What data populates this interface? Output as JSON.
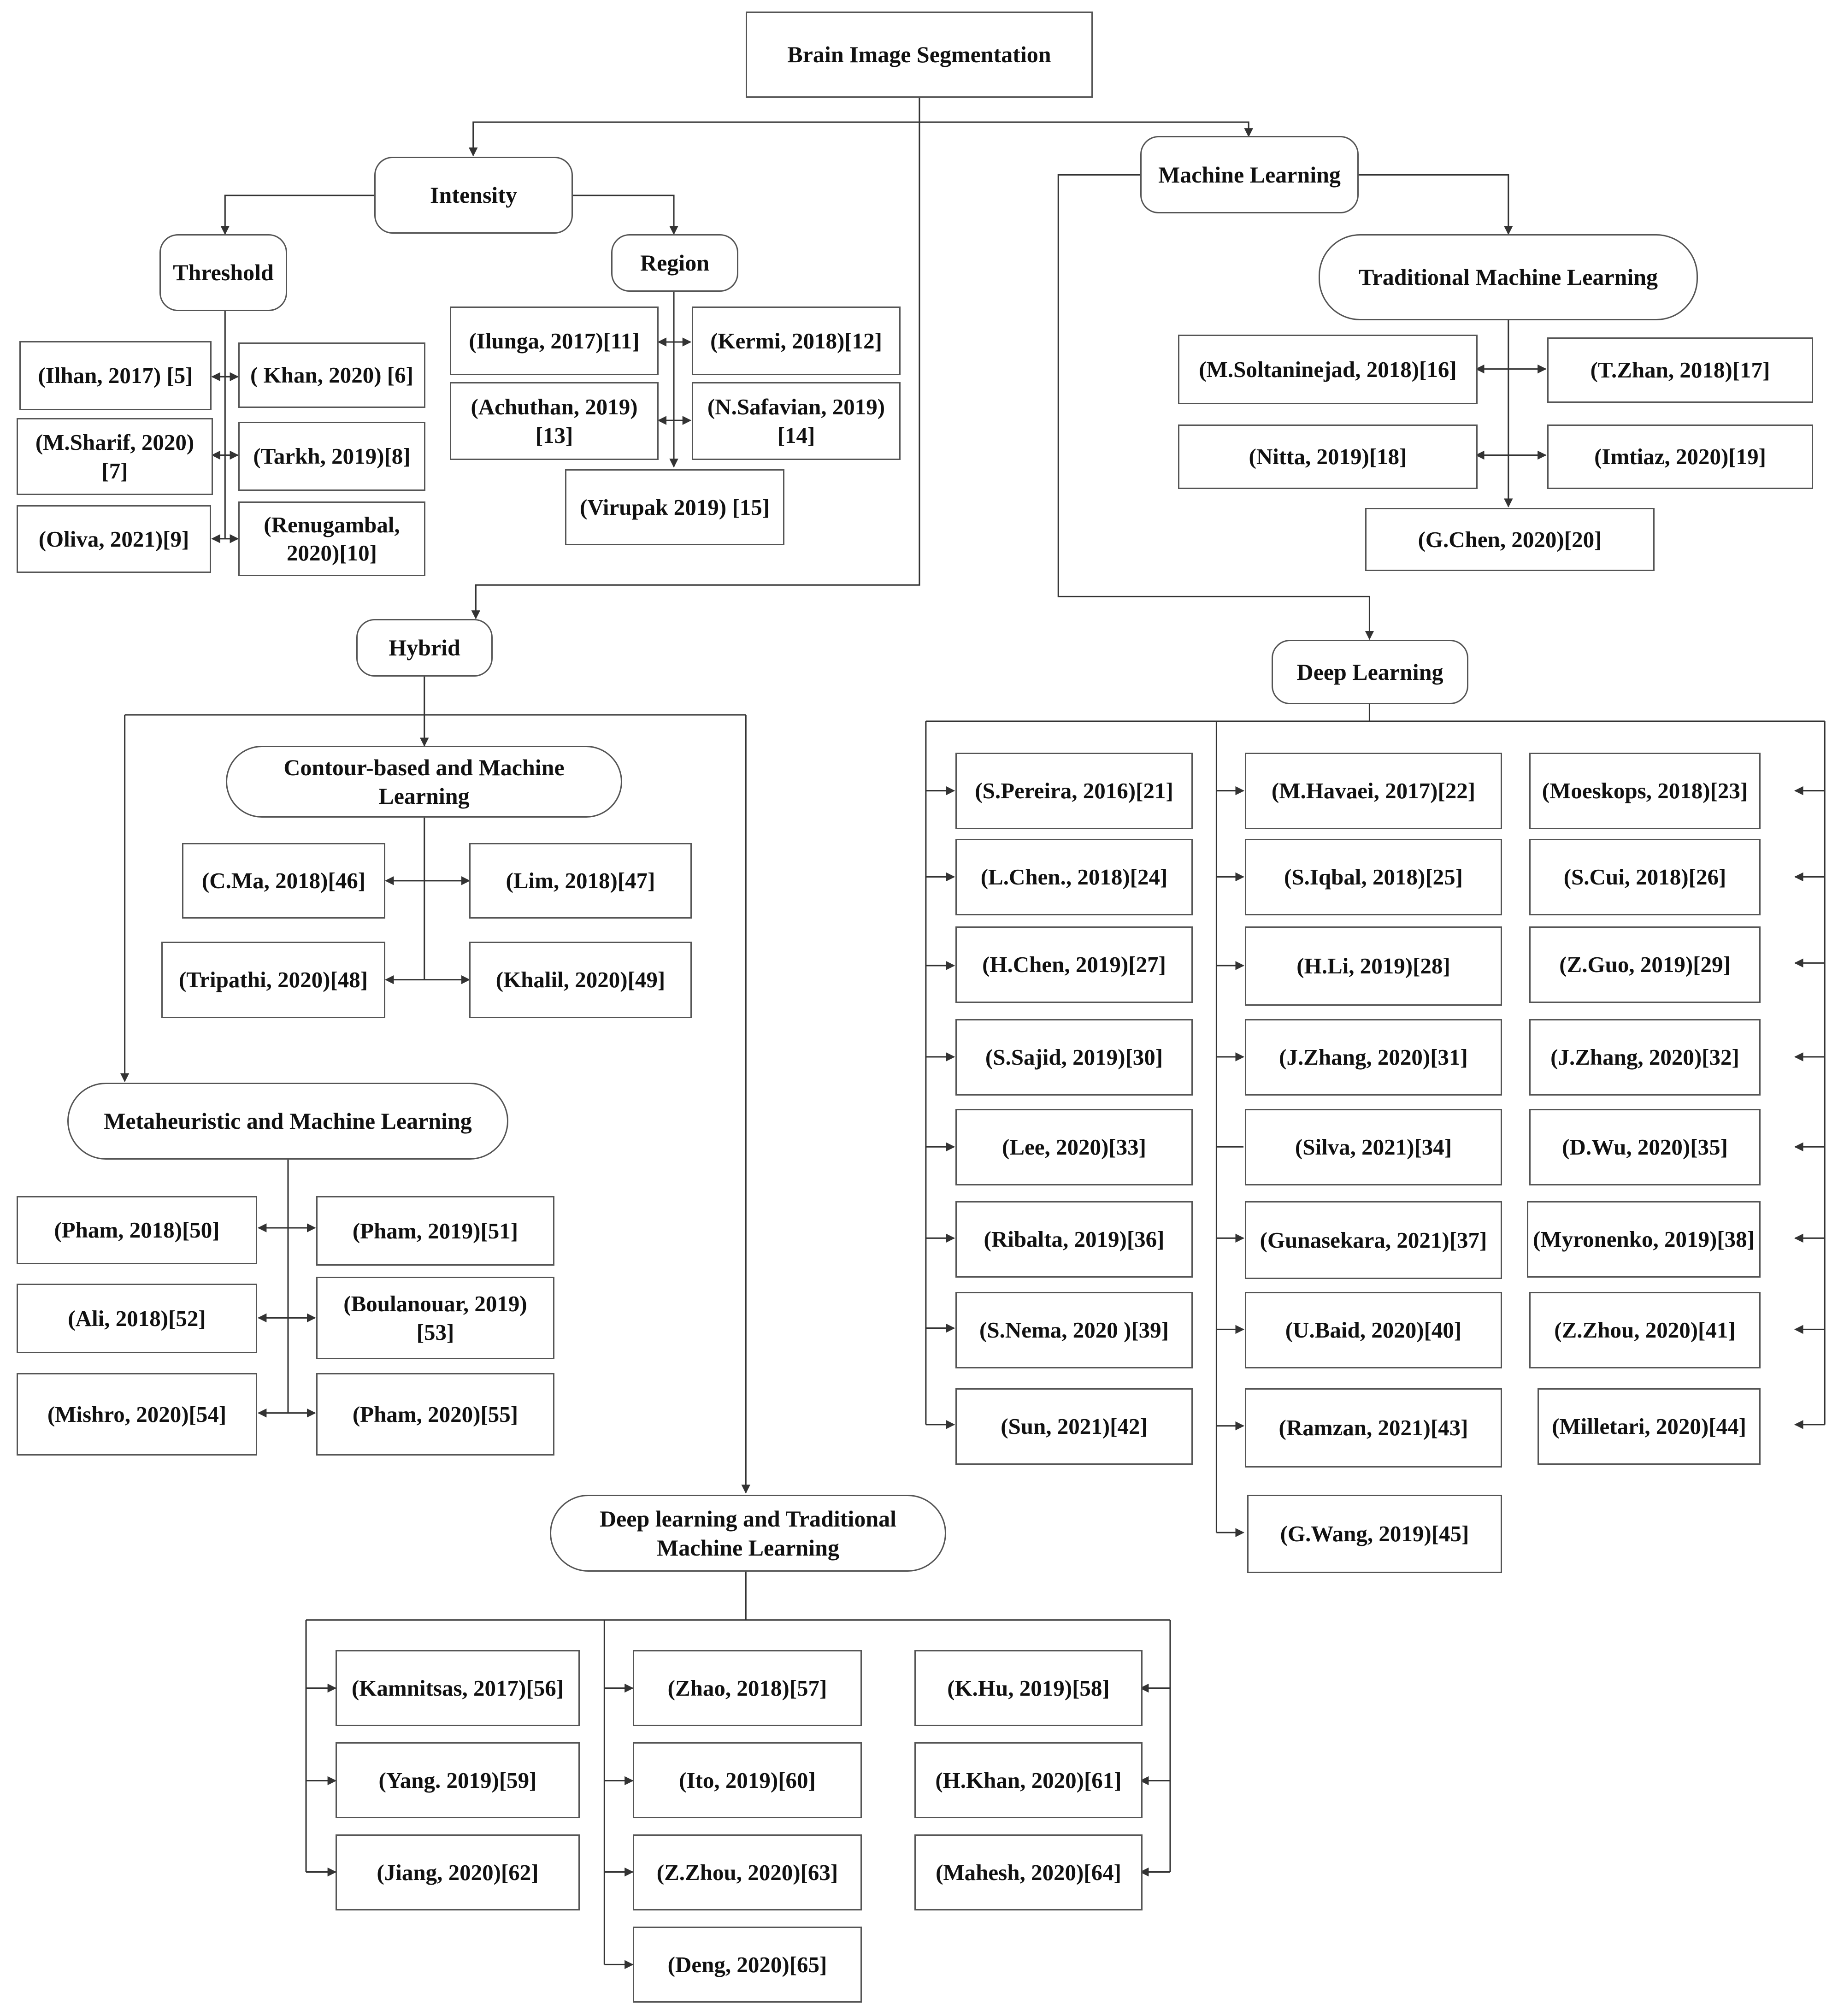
{
  "diagram": {
    "root": "Brain Image Segmentation",
    "branches": {
      "intensity": "Intensity",
      "threshold": "Threshold",
      "region": "Region",
      "machine_learning": "Machine Learning",
      "traditional_ml": "Traditional  Machine Learning",
      "deep_learning": "Deep Learning",
      "hybrid": "Hybrid",
      "contour_ml": "Contour-based and Machine Learning",
      "metaheuristic_ml": "Metaheuristic and Machine Learning",
      "dl_traditional_ml": "Deep learning and Traditional Machine Learning"
    },
    "threshold_refs": [
      "(Ilhan, 2017) [5]",
      "( Khan, 2020) [6]",
      "(M.Sharif, 2020) [7]",
      "(Tarkh, 2019)[8]",
      "(Oliva, 2021)[9]",
      "(Renugambal, 2020)[10]"
    ],
    "region_refs": [
      "(Ilunga, 2017)[11]",
      "(Kermi, 2018)[12]",
      "(Achuthan, 2019) [13]",
      "(N.Safavian, 2019)[14]",
      "(Virupak 2019) [15]"
    ],
    "traditional_ml_refs": [
      "(M.Soltaninejad, 2018)[16]",
      "(T.Zhan, 2018)[17]",
      "(Nitta, 2019)[18]",
      "(Imtiaz, 2020)[19]",
      "(G.Chen, 2020)[20]"
    ],
    "deep_learning_refs": {
      "left": [
        "(S.Pereira, 2016)[21]",
        "(L.Chen., 2018)[24]",
        "(H.Chen, 2019)[27]",
        "(S.Sajid, 2019)[30]",
        "(Lee, 2020)[33]",
        "(Ribalta, 2019)[36]",
        "(S.Nema, 2020 )[39]",
        "(Sun, 2021)[42]"
      ],
      "middle": [
        "(M.Havaei, 2017)[22]",
        "(S.Iqbal, 2018)[25]",
        "(H.Li, 2019)[28]",
        "(J.Zhang, 2020)[31]",
        "(Silva, 2021)[34]",
        "(Gunasekara, 2021)[37]",
        "(U.Baid, 2020)[40]",
        "(Ramzan, 2021)[43]",
        "(G.Wang, 2019)[45]"
      ],
      "right": [
        "(Moeskops, 2018)[23]",
        "(S.Cui, 2018)[26]",
        "(Z.Guo, 2019)[29]",
        "(J.Zhang, 2020)[32]",
        "(D.Wu, 2020)[35]",
        "(Myronenko, 2019)[38]",
        "(Z.Zhou, 2020)[41]",
        "(Milletari, 2020)[44]"
      ]
    },
    "contour_refs": [
      "(C.Ma, 2018)[46]",
      "(Lim, 2018)[47]",
      "(Tripathi, 2020)[48]",
      "(Khalil, 2020)[49]"
    ],
    "metaheuristic_refs": [
      "(Pham, 2018)[50]",
      "(Pham, 2019)[51]",
      "(Ali, 2018)[52]",
      "(Boulanouar, 2019) [53]",
      "(Mishro, 2020)[54]",
      "(Pham, 2020)[55]"
    ],
    "dl_traditional_refs": {
      "left": [
        "(Kamnitsas, 2017)[56]",
        "(Yang. 2019)[59]",
        "(Jiang, 2020)[62]"
      ],
      "middle": [
        "(Zhao, 2018)[57]",
        "(Ito, 2019)[60]",
        "(Z.Zhou, 2020)[63]",
        "(Deng, 2020)[65]"
      ],
      "right": [
        "(K.Hu, 2019)[58]",
        "(H.Khan, 2020)[61]",
        "(Mahesh, 2020)[64]"
      ]
    }
  }
}
